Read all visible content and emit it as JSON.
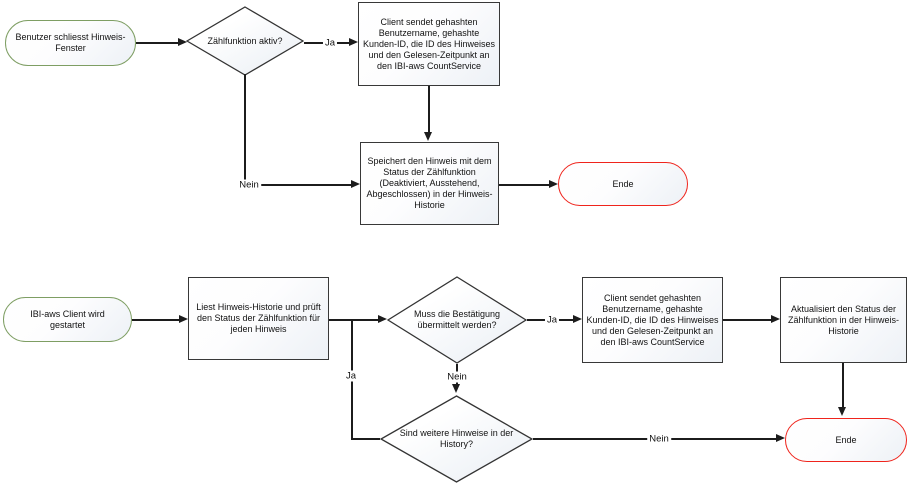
{
  "nodes": {
    "start_top": {
      "type": "start",
      "label": "Benutzer schliesst Hinweis-Fenster"
    },
    "decision_top": {
      "type": "decision",
      "label": "Zählfunktion aktiv?"
    },
    "process_send_top": {
      "type": "process",
      "label": "Client sendet gehashten Benutzername, gehashte Kunden-ID, die ID des Hinweises und den Gelesen-Zeitpunkt an den IBI-aws CountService"
    },
    "process_store": {
      "type": "process",
      "label": "Speichert den Hinweis mit dem Status der Zählfunktion (Deaktiviert, Ausstehend, Abgeschlossen) in der Hinweis-Historie"
    },
    "end_top": {
      "type": "end",
      "label": "Ende"
    },
    "start_bottom": {
      "type": "start",
      "label": "IBI-aws Client wird gestartet"
    },
    "process_read": {
      "type": "process",
      "label": "Liest Hinweis-Historie und prüft den Status der Zählfunktion für jeden Hinweis"
    },
    "decision_confirm": {
      "type": "decision",
      "label": "Muss die Bestätigung übermittelt werden?"
    },
    "process_send_bottom": {
      "type": "process",
      "label": "Client sendet gehashten Benutzername, gehashte Kunden-ID, die ID des Hinweises und den Gelesen-Zeitpunkt an den IBI-aws CountService"
    },
    "process_update": {
      "type": "process",
      "label": "Aktualisiert den Status der Zählfunktion in der Hinweis-Historie"
    },
    "decision_more": {
      "type": "decision",
      "label": "Sind weitere Hinweise in der History?"
    },
    "end_bottom": {
      "type": "end",
      "label": "Ende"
    }
  },
  "edge_labels": {
    "top_decision_ja": "Ja",
    "top_decision_nein": "Nein",
    "confirm_ja": "Ja",
    "confirm_nein": "Nein",
    "more_ja": "Ja",
    "more_nein": "Nein"
  },
  "colors": {
    "start_border": "#7e9e63",
    "end_border": "#ef241c",
    "process_border": "#383838",
    "connector": "#1c1c1c"
  }
}
